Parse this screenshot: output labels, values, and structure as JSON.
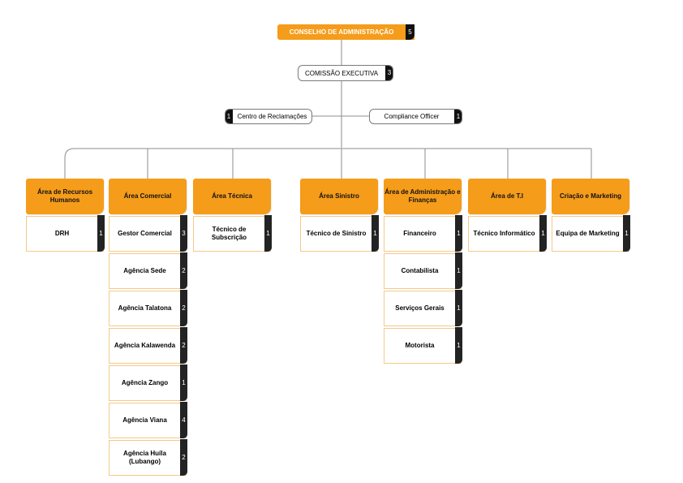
{
  "top": {
    "label": "CONSELHO DE ADMINISTRAÇÃO",
    "count": "5"
  },
  "executive": {
    "label": "COMISSÃO EXECUTIVA",
    "count": "3"
  },
  "staff": [
    {
      "label": "Centro de Reclamações",
      "count": "1"
    },
    {
      "label": "Compliance Officer",
      "count": "1"
    }
  ],
  "departments": [
    {
      "label": "Área de Recursos Humanos",
      "subs": [
        {
          "label": "DRH",
          "count": "1"
        }
      ]
    },
    {
      "label": "Área Comercial",
      "subs": [
        {
          "label": "Gestor Comercial",
          "count": "3"
        },
        {
          "label": "Agência Sede",
          "count": "2"
        },
        {
          "label": "Agência Talatona",
          "count": "2"
        },
        {
          "label": "Agência Kalawenda",
          "count": "2"
        },
        {
          "label": "Agência Zango",
          "count": "1"
        },
        {
          "label": "Agência Viana",
          "count": "4"
        },
        {
          "label": "Agência Huíla (Lubango)",
          "count": "2"
        }
      ]
    },
    {
      "label": "Área Técnica",
      "subs": [
        {
          "label": "Técnico de Subscrição",
          "count": "1"
        }
      ]
    },
    {
      "label": "Área Sinistro",
      "subs": [
        {
          "label": "Técnico de Sinistro",
          "count": "1"
        }
      ]
    },
    {
      "label": "Área de Administração e Finanças",
      "subs": [
        {
          "label": "Financeiro",
          "count": "1"
        },
        {
          "label": "Contabilista",
          "count": "1"
        },
        {
          "label": "Serviços Gerais",
          "count": "1"
        },
        {
          "label": "Motorista",
          "count": "1"
        }
      ]
    },
    {
      "label": "Área de T.I",
      "subs": [
        {
          "label": "Técnico Informático",
          "count": "1"
        }
      ]
    },
    {
      "label": "Criação e Marketing",
      "subs": [
        {
          "label": "Equipa de Marketing",
          "count": "1"
        }
      ]
    }
  ],
  "colors": {
    "accent": "#f59c1a",
    "badge": "#232323",
    "line": "#8c8c8c"
  }
}
